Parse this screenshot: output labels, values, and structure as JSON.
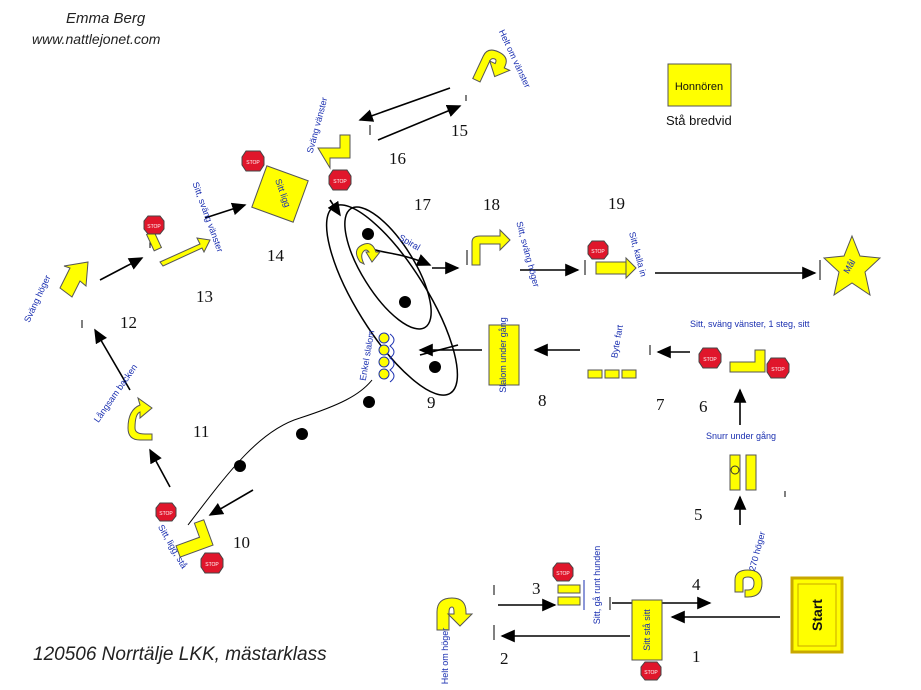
{
  "header": {
    "author": "Emma Berg",
    "website": "www.nattlejonet.com",
    "footer": "120506 Norrtälje LKK, mästarklass"
  },
  "legend": {
    "honor_label": "Honnören",
    "beside_label": "Stå bredvid"
  },
  "start_label": "Start",
  "goal_label": "Mål",
  "stop_label": "STOP",
  "station_numbers": [
    "1",
    "2",
    "3",
    "4",
    "5",
    "6",
    "7",
    "8",
    "9",
    "10",
    "11",
    "12",
    "13",
    "14",
    "15",
    "16",
    "17",
    "18",
    "19"
  ],
  "station_texts": {
    "s1": "Sitt stå sitt",
    "s2": "Helt om höger",
    "s3": "Sitt, gå runt hunden",
    "s4": "270 höger",
    "s5": "Snurr under gång",
    "s6": "Sitt, sväng vänster, 1 steg, sitt",
    "s7": "Byte fart",
    "s8": "Slalom under gång",
    "s9": "Enkel slalom",
    "s10": "Sitt, ligg, stå",
    "s11": "Långsam backen",
    "s12": "Sväng höger",
    "s13": "Sitt, sväng vänster",
    "s14": "Sitt ligg",
    "s15": "Helt om vänster",
    "s16": "Sväng vänster",
    "s17": "Spiral",
    "s18": "Sitt, sväng höger",
    "s19": "Sitt, kalla in"
  },
  "colors": {
    "sign": "#ffff00",
    "stop": "#e0162b",
    "text_blue": "#1a2fb0",
    "start_frame": "#c8a800"
  }
}
